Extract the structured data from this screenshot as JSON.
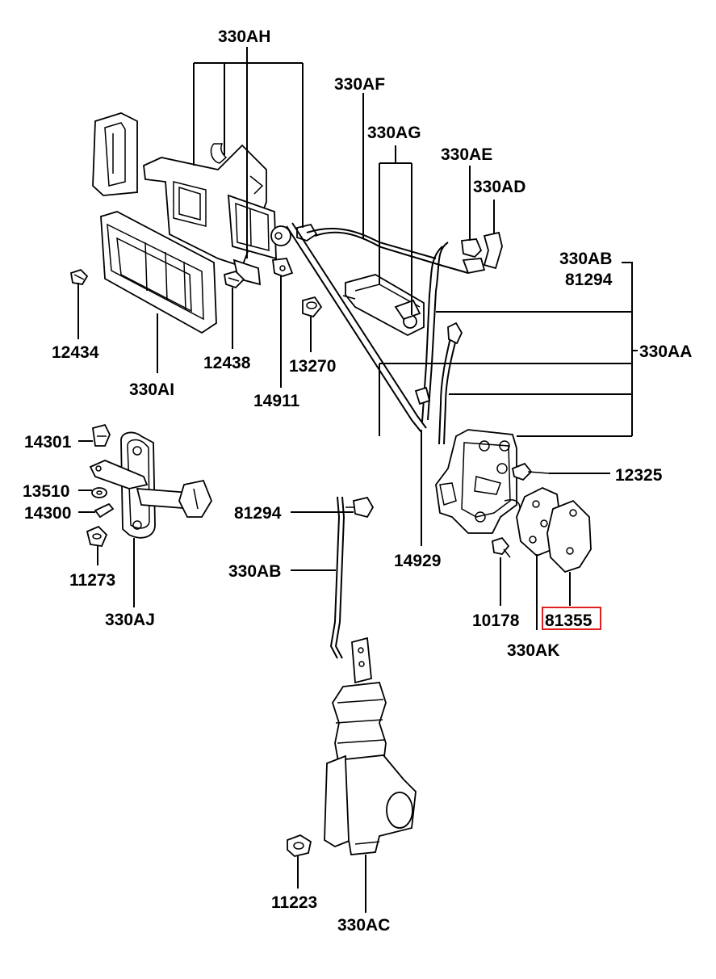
{
  "labels": {
    "l330AH": "330AH",
    "l330AF": "330AF",
    "l330AG": "330AG",
    "l330AE": "330AE",
    "l330AD": "330AD",
    "l330AB_top": "330AB",
    "l81294_top": "81294",
    "l330AA": "330AA",
    "l12434": "12434",
    "l330AI": "330AI",
    "l12438": "12438",
    "l13270": "13270",
    "l14911": "14911",
    "l14301": "14301",
    "l13510": "13510",
    "l14300": "14300",
    "l11273": "11273",
    "l330AJ": "330AJ",
    "l81294_mid": "81294",
    "l330AB_mid": "330AB",
    "l14929": "14929",
    "l12325": "12325",
    "l10178": "10178",
    "l81355": "81355",
    "l330AK": "330AK",
    "l11223": "11223",
    "l330AC": "330AC"
  },
  "highlight": {
    "part": "81355",
    "color": "#e02020"
  }
}
